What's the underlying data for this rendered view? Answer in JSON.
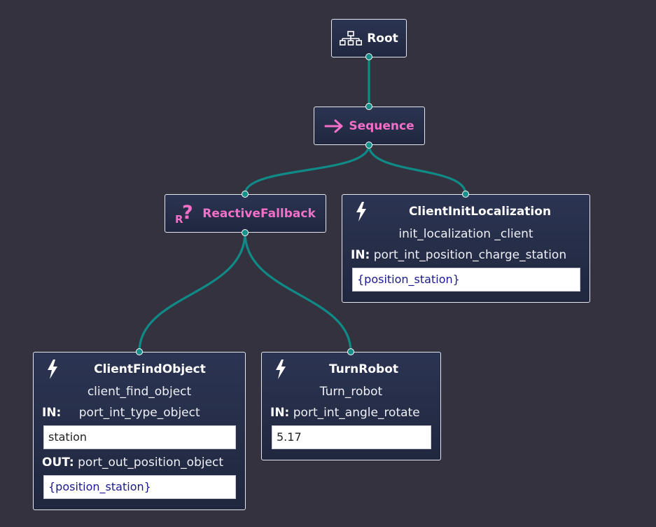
{
  "colors": {
    "background": "#34323f",
    "edge": "#0f8a86",
    "control_title": "#f46fc7",
    "node_bg": "#242b47",
    "blackboard_value": "#1a1a8c"
  },
  "nodes": {
    "root": {
      "title": "Root",
      "icon": "sitemap-icon"
    },
    "sequence": {
      "title": "Sequence",
      "icon": "arrow-right-icon"
    },
    "fallback": {
      "title": "ReactiveFallback",
      "icon": "reactive-question-icon"
    },
    "init_loc": {
      "title": "ClientInitLocalization",
      "subtitle": "init_localization _client",
      "icon": "lightning-icon",
      "ports": [
        {
          "dir": "IN:",
          "name": "port_int_position_charge_station",
          "value": "{position_station}"
        }
      ]
    },
    "find_object": {
      "title": "ClientFindObject",
      "subtitle": "client_find_object",
      "icon": "lightning-icon",
      "ports": [
        {
          "dir": "IN:",
          "name": "port_int_type_object",
          "value": "station"
        },
        {
          "dir": "OUT:",
          "name": "port_out_position_object",
          "value": "{position_station}"
        }
      ]
    },
    "turn_robot": {
      "title": "TurnRobot",
      "subtitle": "Turn_robot",
      "icon": "lightning-icon",
      "ports": [
        {
          "dir": "IN:",
          "name": "port_int_angle_rotate",
          "value": "5.17"
        }
      ]
    }
  }
}
